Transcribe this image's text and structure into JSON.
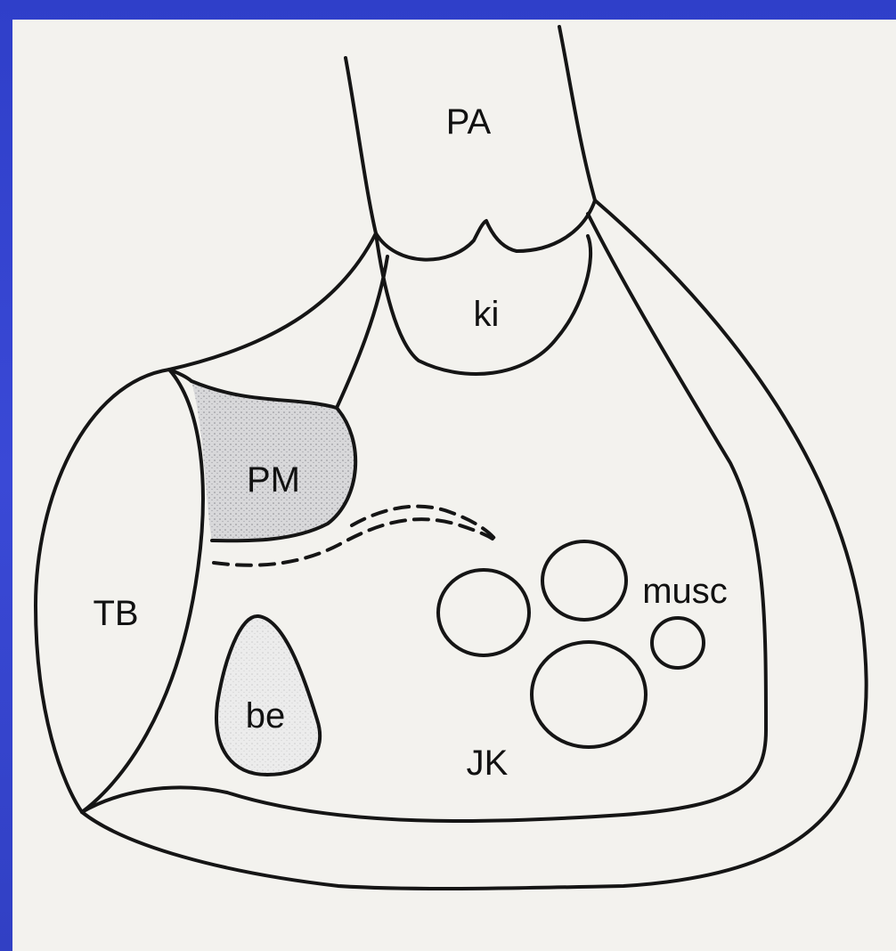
{
  "diagram": {
    "labels": {
      "pa": "PA",
      "ki": "ki",
      "pm": "PM",
      "tb": "TB",
      "be": "be",
      "jk": "JK",
      "musc": "musc"
    }
  },
  "colors": {
    "slide_background": "#3a49d6",
    "paper": "#f3f2ee",
    "ink": "#151515",
    "stipple": "#7a7a82"
  }
}
